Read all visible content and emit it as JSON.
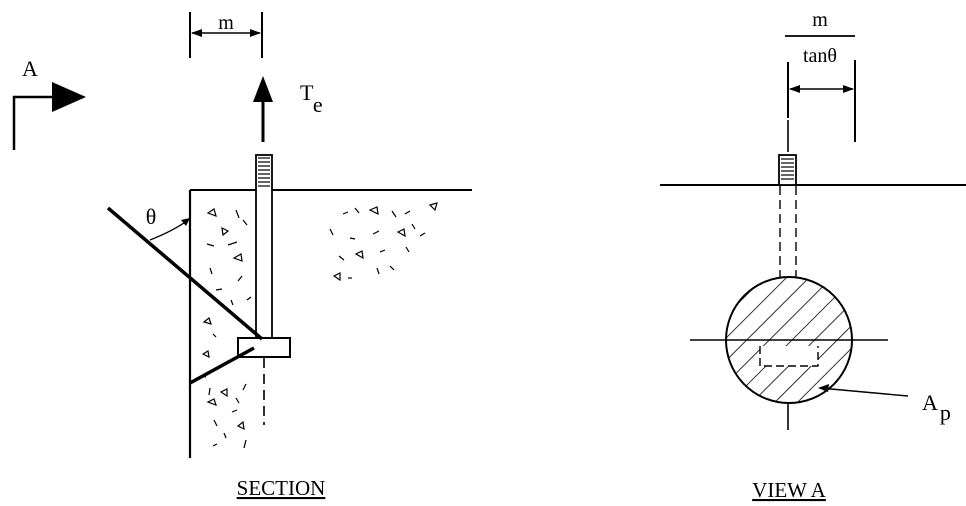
{
  "section": {
    "view_marker": "A",
    "dim_label": "m",
    "load_label": "T",
    "load_subscript": "e",
    "angle_label": "θ",
    "caption": "SECTION"
  },
  "view_a": {
    "dim_numerator": "m",
    "dim_denominator": "tanθ",
    "area_label": "A",
    "area_subscript": "p",
    "caption": "VIEW A"
  }
}
